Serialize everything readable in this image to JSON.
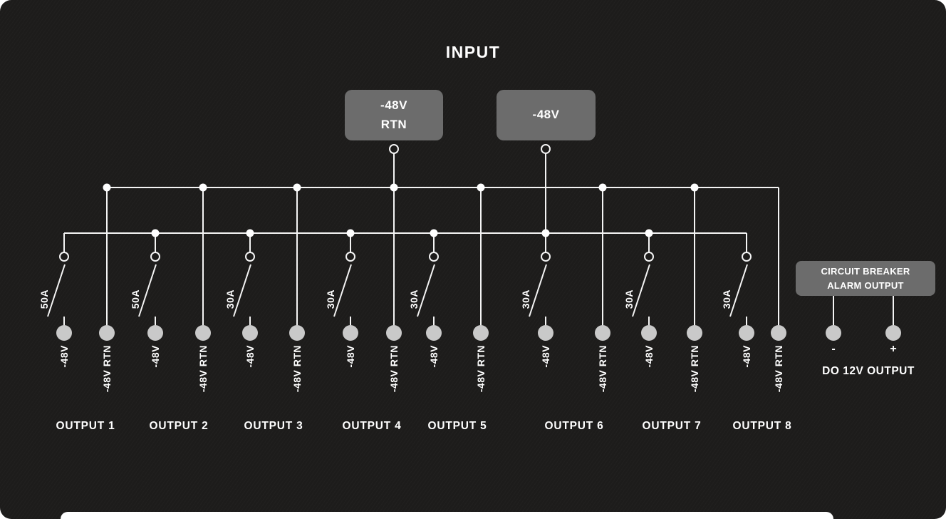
{
  "title": "INPUT",
  "input": {
    "rtn_box": {
      "line1": "-48V",
      "line2": "RTN"
    },
    "neg_box": {
      "line1": "-48V"
    }
  },
  "outputs": [
    {
      "name": "OUTPUT 1",
      "breaker": "50A",
      "neg_label": "-48V",
      "rtn_label": "-48V RTN"
    },
    {
      "name": "OUTPUT 2",
      "breaker": "50A",
      "neg_label": "-48V",
      "rtn_label": "-48V RTN"
    },
    {
      "name": "OUTPUT 3",
      "breaker": "30A",
      "neg_label": "-48V",
      "rtn_label": "-48V RTN"
    },
    {
      "name": "OUTPUT 4",
      "breaker": "30A",
      "neg_label": "-48V",
      "rtn_label": "-48V RTN"
    },
    {
      "name": "OUTPUT 5",
      "breaker": "30A",
      "neg_label": "-48V",
      "rtn_label": "-48V RTN"
    },
    {
      "name": "OUTPUT 6",
      "breaker": "30A",
      "neg_label": "-48V",
      "rtn_label": "-48V RTN"
    },
    {
      "name": "OUTPUT 7",
      "breaker": "30A",
      "neg_label": "-48V",
      "rtn_label": "-48V RTN"
    },
    {
      "name": "OUTPUT 8",
      "breaker": "30A",
      "neg_label": "-48V",
      "rtn_label": "-48V RTN"
    }
  ],
  "alarm": {
    "box_line1": "CIRCUIT BREAKER",
    "box_line2": "ALARM OUTPUT",
    "minus": "-",
    "plus": "+",
    "caption": "DO 12V OUTPUT"
  },
  "colors": {
    "background": "#1d1c1b",
    "wire": "#f4f4f4",
    "box_fill": "#6c6c6c",
    "terminal_pad": "#c9c9c9",
    "junction_dot": "#ffffff",
    "text": "#ffffff"
  }
}
